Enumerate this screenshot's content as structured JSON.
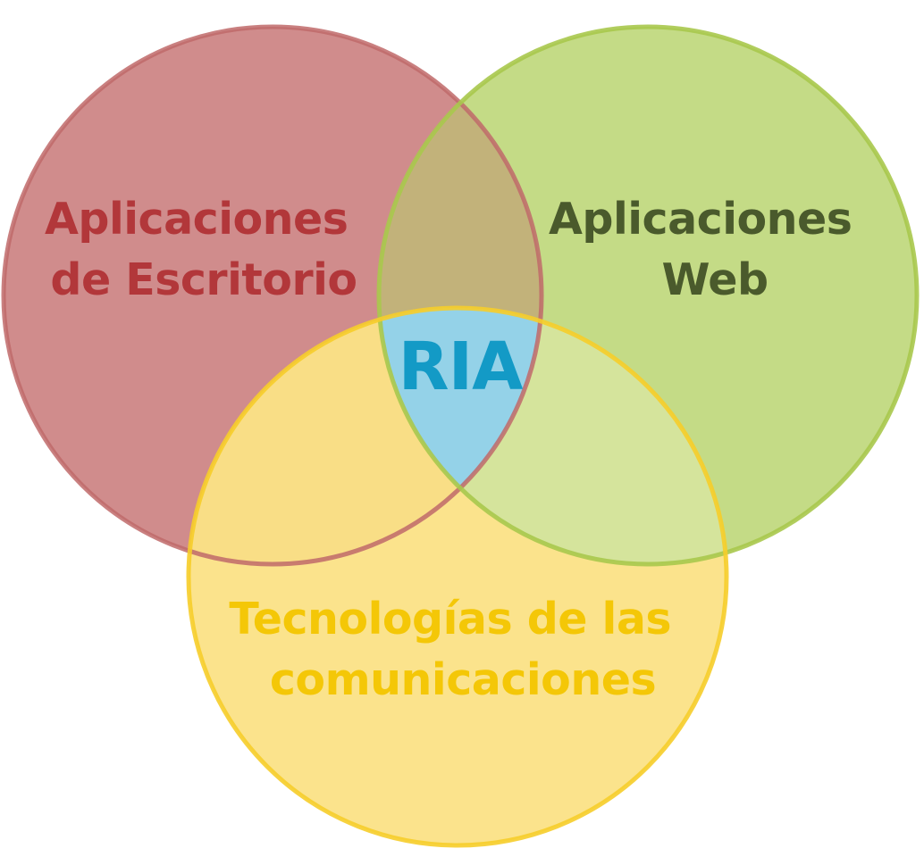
{
  "diagram": {
    "circles": [
      {
        "id": "desktop",
        "line1": "Aplicaciones",
        "line2": "de Escritorio",
        "fill": "#d08c8c",
        "stroke": "#c06a6a",
        "text_color": "#b2373a"
      },
      {
        "id": "web",
        "line1": "Aplicaciones",
        "line2": "Web",
        "fill": "#c4db86",
        "stroke": "#a8c84c",
        "text_color": "#4a5a2c"
      },
      {
        "id": "comms",
        "line1": "Tecnologías de las",
        "line2": "comunicaciones",
        "fill": "#fbe38c",
        "stroke": "#f6cd2a",
        "text_color": "#f4c707"
      }
    ],
    "center": {
      "label": "RIA",
      "fill": "#94d2e8",
      "text_color": "#139ac6"
    },
    "overlap_colors": {
      "desktop_web": "#c2b27a",
      "desktop_comms": "#f9de86",
      "web_comms": "#d5e49c"
    }
  }
}
